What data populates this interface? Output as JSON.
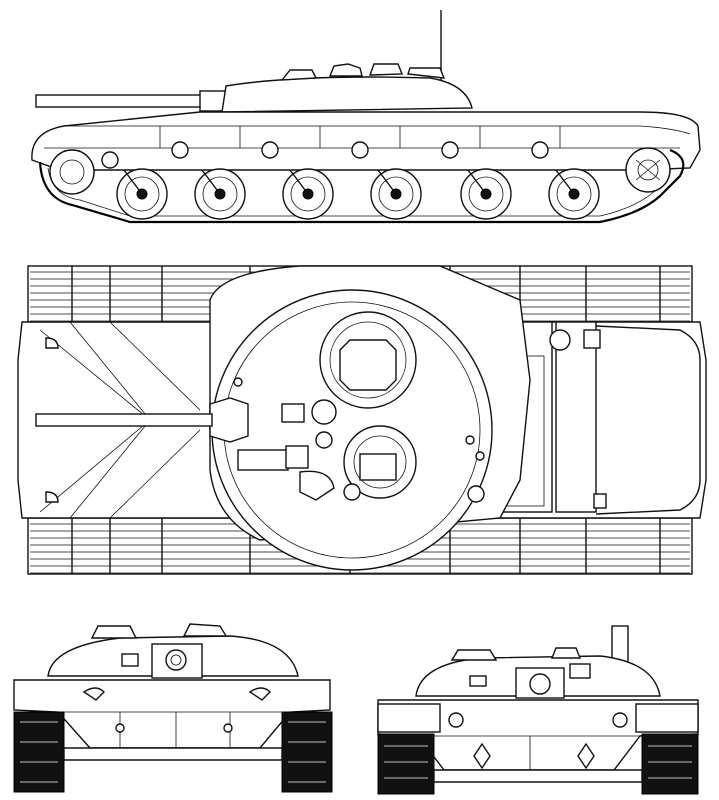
{
  "drawing": {
    "views": [
      {
        "id": "side-view"
      },
      {
        "id": "top-view"
      },
      {
        "id": "front-view"
      },
      {
        "id": "rear-view"
      }
    ],
    "side_view": {
      "road_wheels": 6,
      "return_rollers": 6
    },
    "colors": {
      "ink": "#111111",
      "paper": "#ffffff"
    }
  }
}
